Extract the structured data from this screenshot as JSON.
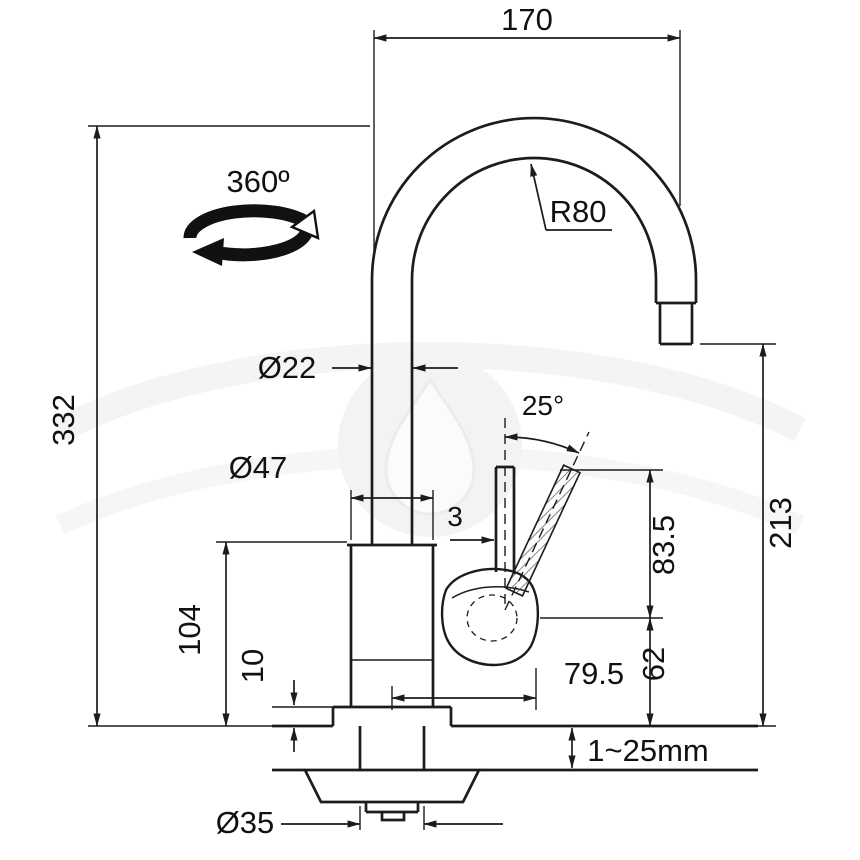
{
  "page": {
    "type": "technical-dimension-drawing",
    "subject": "kitchen mixer faucet with swivel gooseneck spout and side lever",
    "background": "#ffffff"
  },
  "colors": {
    "line": "#1c1c1c",
    "text": "#111111",
    "watermark_circle": "#f3f3f3",
    "watermark_drop": "#fbfbfb"
  },
  "symbols": {
    "rotation_arrow": "360-degree-swivel-arrow",
    "watermark": "water-drop-in-circle"
  },
  "dims": {
    "spout_reach": "170",
    "swivel_angle": "360º",
    "spout_radius": "R80",
    "spout_pipe_diameter": "Ø22",
    "lever_tilt_angle": "25°",
    "body_diameter": "Ø47",
    "lever_offset": "3",
    "total_height": "332",
    "lever_zone_height": "83.5",
    "body_height": "104",
    "base_height": "10",
    "lever_reach": "79.5",
    "outlet_height": "213",
    "deck_thickness_range": "1~25mm",
    "mounting_hole_diameter": "Ø35"
  }
}
